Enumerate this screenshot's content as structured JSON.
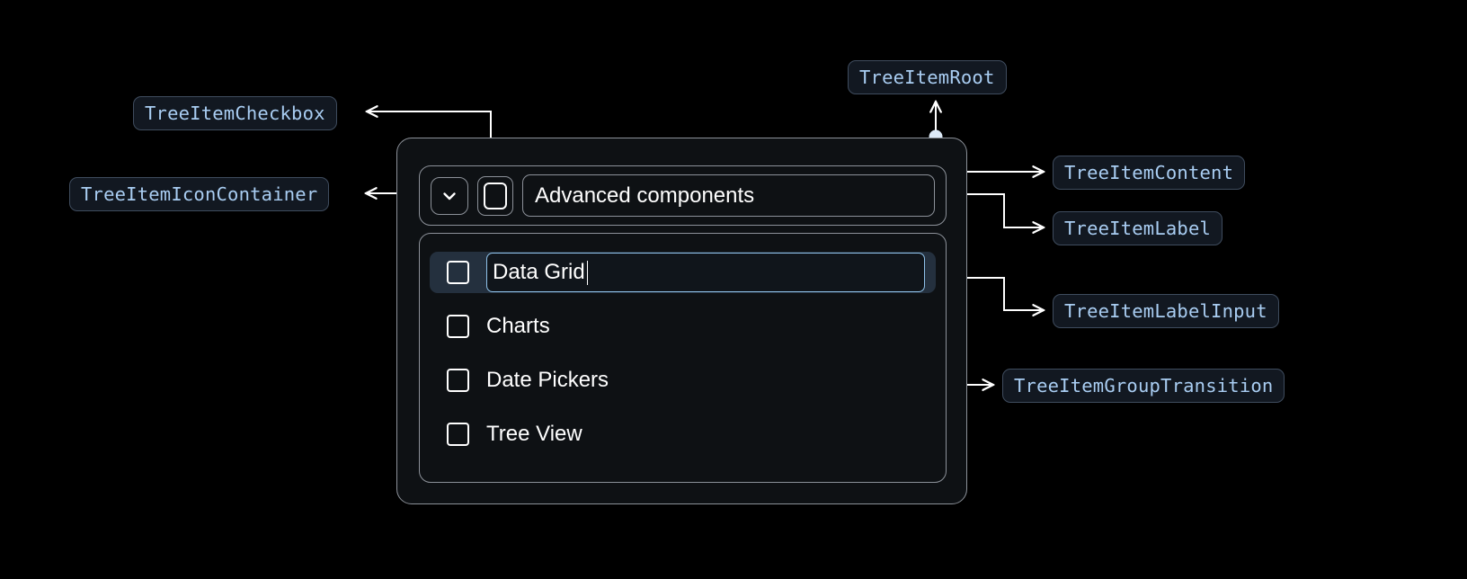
{
  "theme": {
    "background": "#000000",
    "chip_bg": "#121821",
    "chip_border": "#3f4c5e",
    "chip_text": "#a9cdf2",
    "panel_bg": "#0e1114",
    "panel_border": "#8c9199",
    "wire": "#ffffff",
    "selected_row_bg": "#24303e",
    "input_border": "#8fc2ea",
    "text": "#ffffff"
  },
  "annotations": [
    {
      "id": "checkbox",
      "label": "TreeItemCheckbox"
    },
    {
      "id": "icon_container",
      "label": "TreeItemIconContainer"
    },
    {
      "id": "root",
      "label": "TreeItemRoot"
    },
    {
      "id": "content",
      "label": "TreeItemContent"
    },
    {
      "id": "label",
      "label": "TreeItemLabel"
    },
    {
      "id": "label_input",
      "label": "TreeItemLabelInput"
    },
    {
      "id": "group_transition",
      "label": "TreeItemGroupTransition"
    }
  ],
  "tree": {
    "root_item": {
      "label": "Advanced components",
      "expand_icon": "chevron-down-icon",
      "checked": false
    },
    "children": [
      {
        "label": "Data Grid",
        "checked": false,
        "editing": true,
        "selected": true
      },
      {
        "label": "Charts",
        "checked": false,
        "editing": false,
        "selected": false
      },
      {
        "label": "Date Pickers",
        "checked": false,
        "editing": false,
        "selected": false
      },
      {
        "label": "Tree View",
        "checked": false,
        "editing": false,
        "selected": false
      }
    ]
  }
}
